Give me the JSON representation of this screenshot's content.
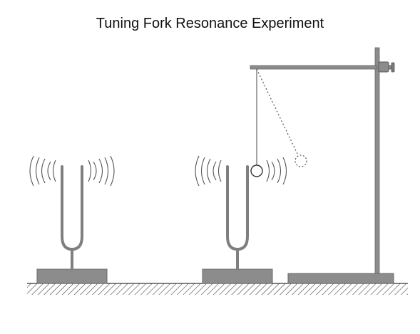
{
  "title": "Tuning Fork Resonance Experiment",
  "components": {
    "fork_left": "tuning-fork-left",
    "fork_right": "tuning-fork-right",
    "pendulum": "pendulum-ball",
    "stand": "retort-stand"
  },
  "colors": {
    "metal": "#7f7f7f",
    "base": "#8c8c8c",
    "outline": "#555555",
    "wave": "#555555",
    "ground_hatch": "#444444"
  }
}
